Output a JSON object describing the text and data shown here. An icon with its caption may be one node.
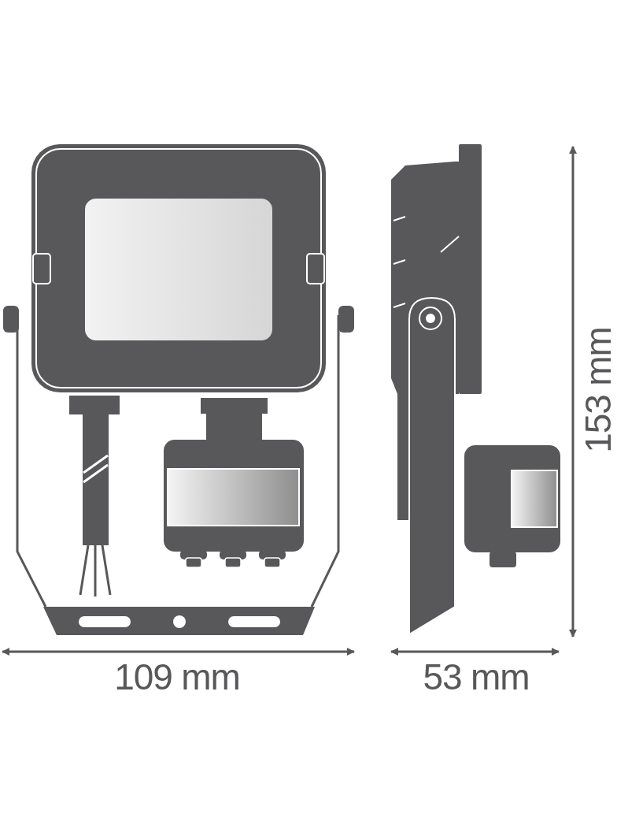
{
  "diagram": {
    "labels": [
      "153 mm",
      "109 mm",
      "53 mm"
    ]
  }
}
